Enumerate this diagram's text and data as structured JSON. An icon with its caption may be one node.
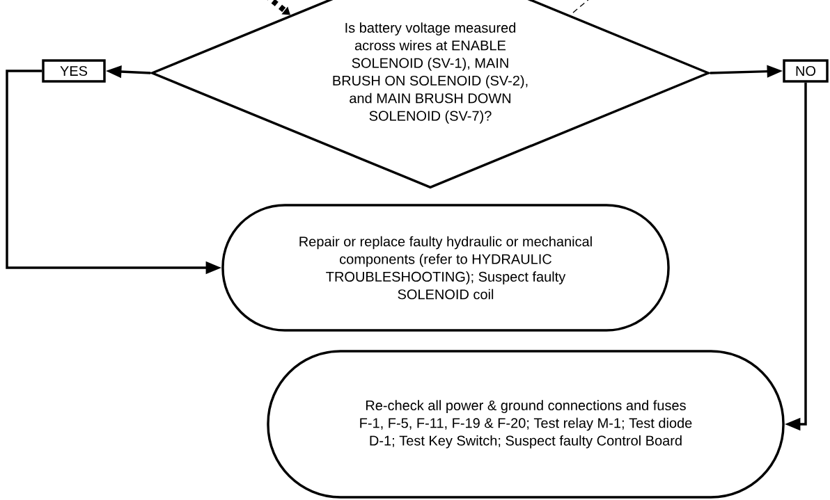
{
  "diagram": {
    "nodes": [
      {
        "text": [
          "Is battery voltage measured across wires at ENABLE SOLENOID (SV-1), MAIN BRUSH ON SOLENOID (SV-2), and MAIN BRUSH DOWN SOLENOID (SV-7)?"
        ]
      },
      {
        "text": [
          "YES"
        ]
      },
      {
        "text": [
          "NO"
        ]
      },
      {
        "text": [
          "Repair or replace faulty hydraulic or mechanical components (refer to HYDRAULIC TROUBLESHOOTING); Suspect faulty SOLENOID coil"
        ]
      },
      {
        "text": [
          "Re-check all power & ground connections and fuses F-1, F-5, F-11, F-19 & F-20; Test relay M-1; Test diode D-1; Test Key Switch; Suspect faulty Control Board"
        ]
      }
    ],
    "edges": [
      {
        "from": null,
        "to": 0,
        "arrow": "to",
        "style": "dashed"
      },
      {
        "from": null,
        "to": 0,
        "arrow": "none",
        "style": "dashed"
      },
      {
        "from": 0,
        "to": 1,
        "arrow": "to"
      },
      {
        "from": 0,
        "to": 2,
        "arrow": "to"
      },
      {
        "from": 1,
        "to": 3,
        "arrow": "to"
      },
      {
        "from": 2,
        "to": 4,
        "arrow": "to"
      }
    ]
  }
}
